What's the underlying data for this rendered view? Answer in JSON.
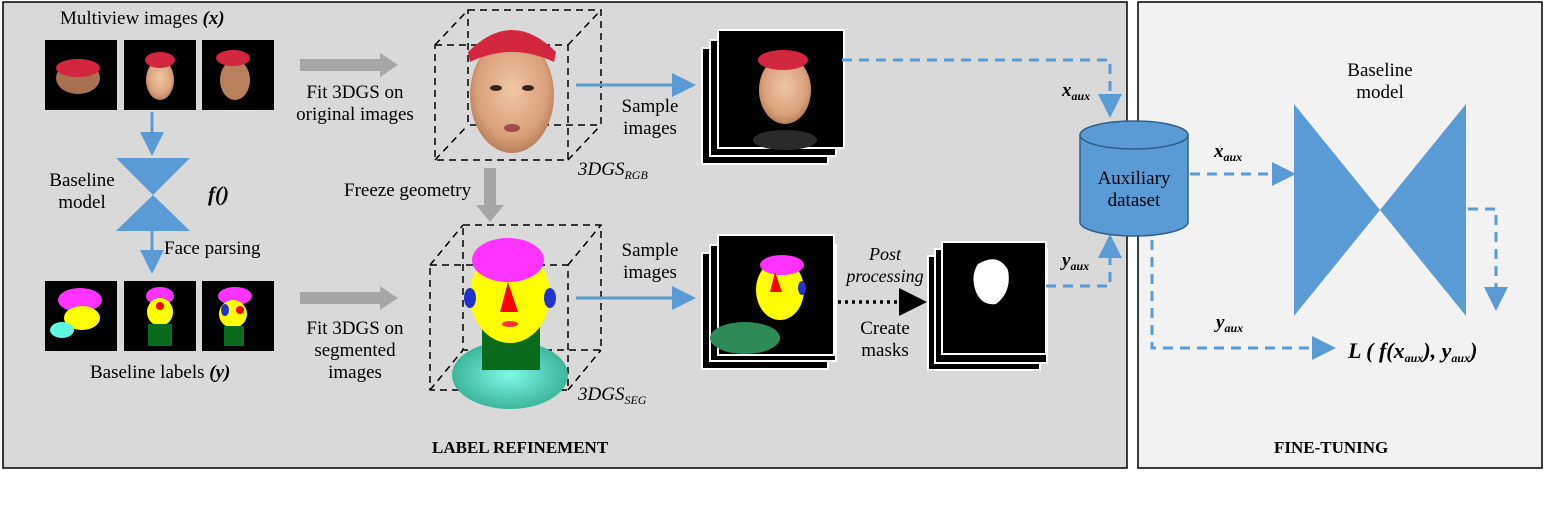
{
  "panels": {
    "left_title": "LABEL REFINEMENT",
    "right_title": "FINE-TUNING"
  },
  "labels": {
    "multiview": "Multiview images",
    "multiview_var": "(x)",
    "baseline_model_line1": "Baseline",
    "baseline_model_line2": "model",
    "f_func": "f()",
    "face_parsing": "Face parsing",
    "baseline_labels": "Baseline labels",
    "baseline_labels_var": "(y)",
    "fit_rgb_line1": "Fit 3DGS on",
    "fit_rgb_line2": "original images",
    "freeze_geometry": "Freeze geometry",
    "fit_seg_line1": "Fit 3DGS on",
    "fit_seg_line2": "segmented",
    "fit_seg_line3": "images",
    "gs_rgb_main": "3DGS",
    "gs_rgb_sub": "RGB",
    "gs_seg_main": "3DGS",
    "gs_seg_sub": "SEG",
    "sample_images_top_1": "Sample",
    "sample_images_top_2": "images",
    "sample_images_bot_1": "Sample",
    "sample_images_bot_2": "images",
    "post_processing_1": "Post",
    "post_processing_2": "processing",
    "create_masks_1": "Create",
    "create_masks_2": "masks",
    "x_aux_main": "x",
    "x_aux_sub": "aux",
    "y_aux_main": "y",
    "y_aux_sub": "aux",
    "aux_dataset_1": "Auxiliary",
    "aux_dataset_2": "dataset",
    "ft_x_aux_main": "x",
    "ft_x_aux_sub": "aux",
    "ft_y_aux_main": "y",
    "ft_y_aux_sub": "aux",
    "ft_baseline_1": "Baseline",
    "ft_baseline_2": "model",
    "loss_prefix": "L ( f(x",
    "loss_sub1": "aux",
    "loss_mid": "), y",
    "loss_sub2": "aux",
    "loss_suffix": ")"
  },
  "colors": {
    "panel_left": "#d9d9d9",
    "panel_right": "#f2f2f2",
    "blue": "#5b9bd5",
    "gray_arrow": "#a6a6a6",
    "seg_yellow": "#ffff00",
    "seg_magenta": "#ff33ff",
    "seg_red": "#ff0000",
    "seg_green": "#0b6b1d",
    "seg_cyan": "#5ff5e0"
  }
}
